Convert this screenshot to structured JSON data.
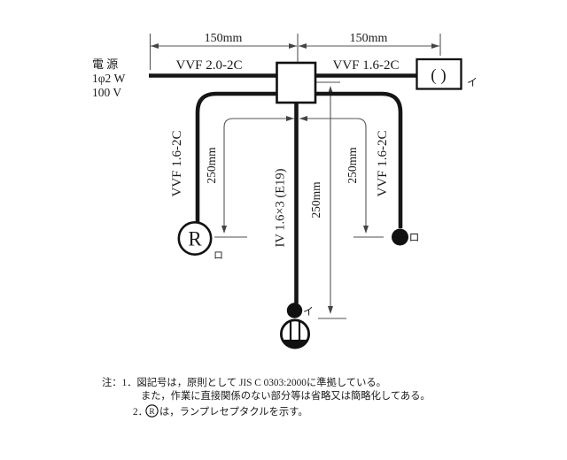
{
  "diagram": {
    "power": {
      "line1": "電 源",
      "line2": "1φ2 W",
      "line3": "100 V"
    },
    "dimensions": {
      "top_left": "150mm",
      "top_right": "150mm",
      "branch_left": "250mm",
      "branch_right": "250mm",
      "center": "250mm"
    },
    "cables": {
      "main": "VVF 2.0-2C",
      "to_ceiling_rose": "VVF 1.6-2C",
      "branch_left": "VVF 1.6-2C",
      "branch_right": "VVF 1.6-2C",
      "conduit": "IV 1.6×3 (E19)"
    },
    "devices": {
      "ceiling_rose_glyph": "( )",
      "ceiling_rose_label": "イ",
      "lamp_receptacle_glyph": "R",
      "lamp_receptacle_label": "ロ",
      "switch_right_label": "ロ",
      "switch_center_label": "イ"
    },
    "notes": {
      "line1": "注：1．図記号は，原則として JIS C 0303:2000に準拠している。",
      "line2": "また，作業に直接関係のない部分等は省略又は簡略化してある。",
      "line3_prefix": "2．",
      "line3_symbol": "R",
      "line3_suffix": "は，ランプレセプタクルを示す。"
    },
    "colors": {
      "line": "#1a1a1a",
      "dimension": "#555555",
      "tick": "#8a8a8a",
      "background": "#ffffff"
    }
  }
}
